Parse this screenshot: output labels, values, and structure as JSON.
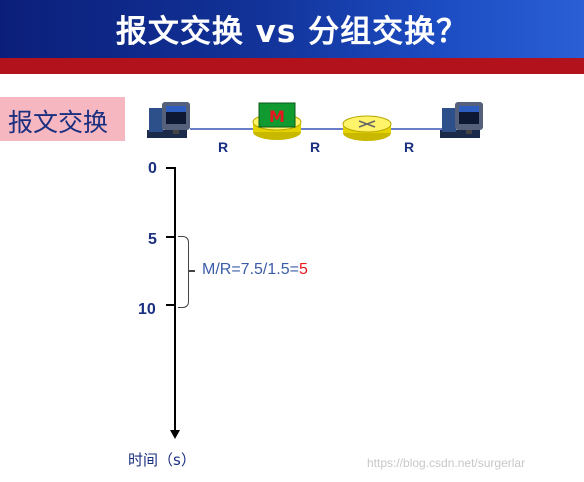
{
  "header": {
    "title": "报文交换 vs 分组交换？"
  },
  "section_label": "报文交换",
  "topology": {
    "link_labels": [
      "R",
      "R",
      "R"
    ],
    "message_label": "M"
  },
  "timeline": {
    "ticks": [
      "0",
      "5",
      "10"
    ],
    "formula_prefix": "M/R=7.5/1.5=",
    "formula_result": "5",
    "axis_title": "时间（s）"
  },
  "watermark": "https://blog.csdn.net/surgerlar"
}
